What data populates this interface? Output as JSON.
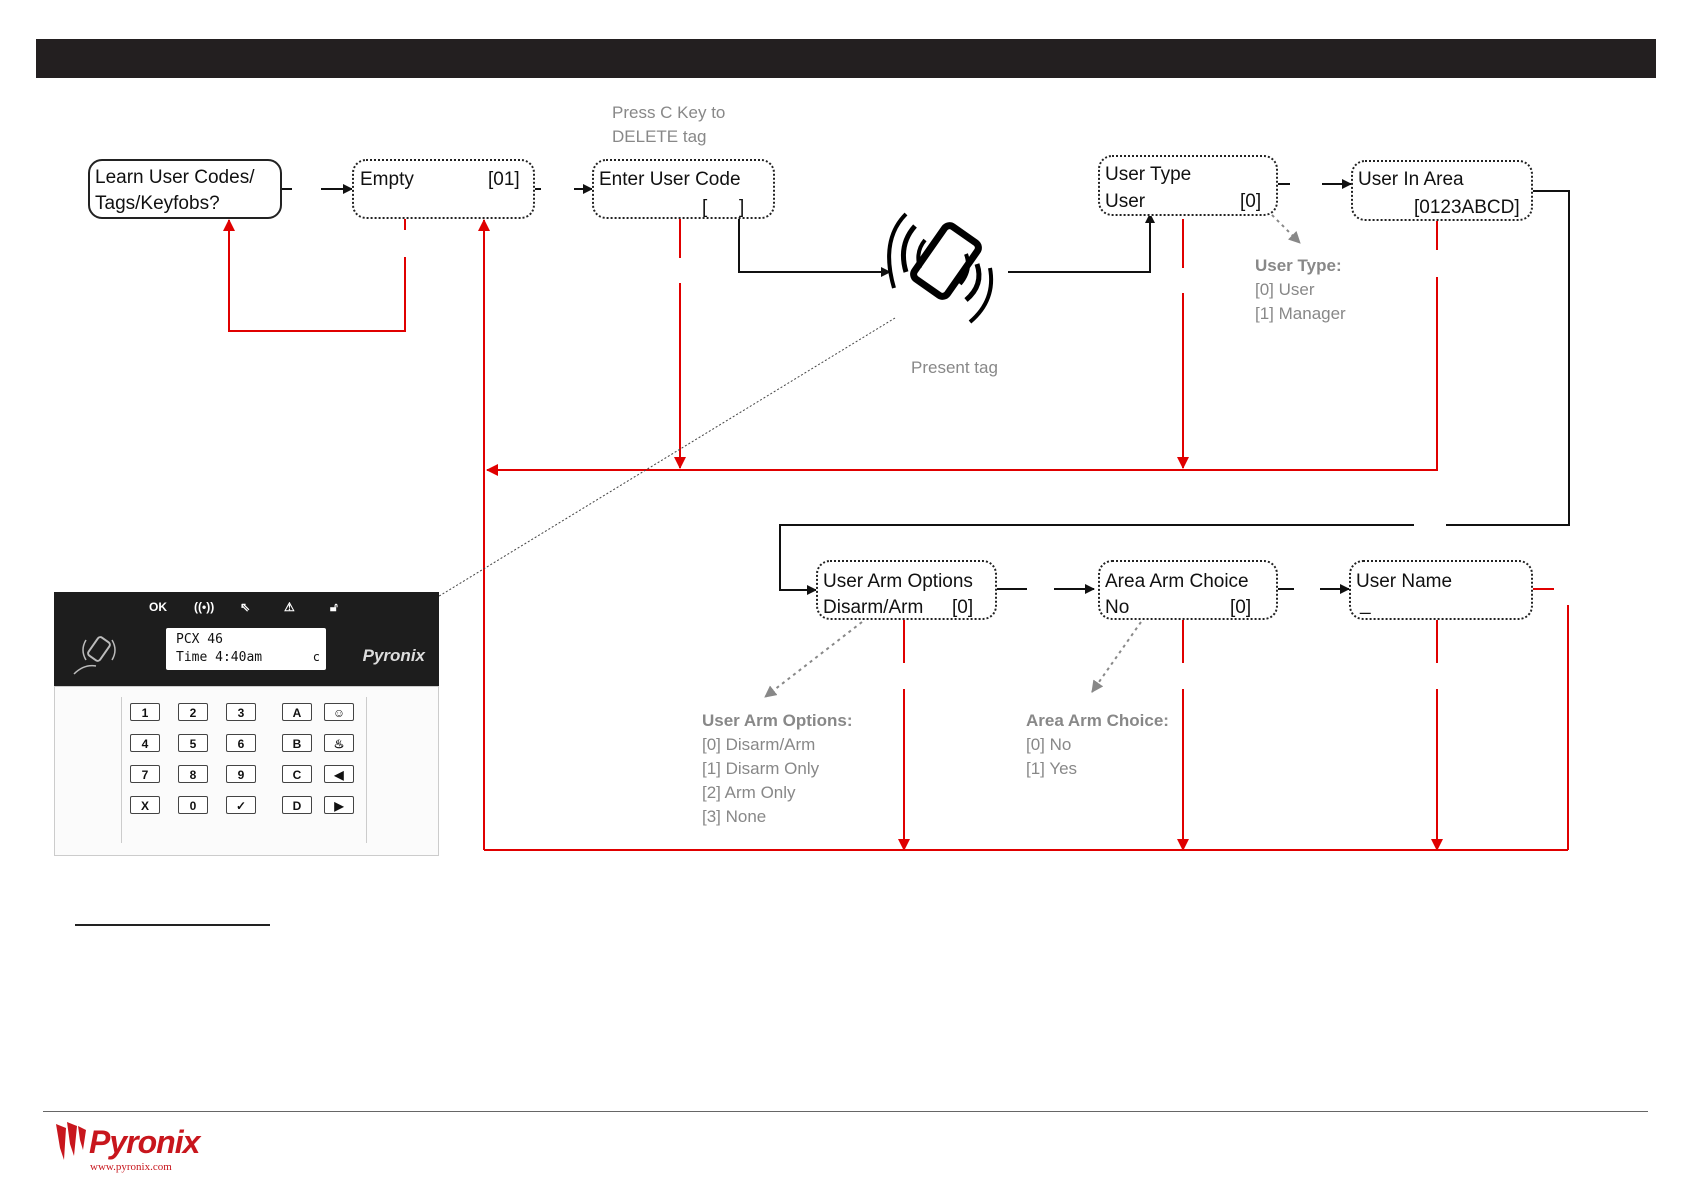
{
  "colors": {
    "flow_line": "#222222",
    "return_line": "#e00000",
    "hint_text": "#888888",
    "brand": "#c8161d"
  },
  "boxes": {
    "learn": {
      "line1": "Learn User Codes/",
      "line2": "Tags/Keyfobs?"
    },
    "empty": {
      "label": "Empty",
      "value": "[01]"
    },
    "enter_code": {
      "label": "Enter User Code",
      "value": "[      ]"
    },
    "user_type": {
      "label": "User Type",
      "sub": "User",
      "value": "[0]"
    },
    "user_in_area": {
      "label": "User In Area",
      "value": "[0123ABCD]"
    },
    "user_arm_options": {
      "label": "User Arm Options",
      "sub": "Disarm/Arm",
      "value": "[0]"
    },
    "area_arm_choice": {
      "label": "Area Arm Choice",
      "sub": "No",
      "value": "[0]"
    },
    "user_name": {
      "label": "User Name",
      "cursor": "_"
    }
  },
  "notes": {
    "press_c_line1": "Press C Key to",
    "press_c_line2": "DELETE tag",
    "present_tag": "Present tag",
    "user_type_title": "User Type:",
    "user_type_options": [
      "[0] User",
      "[1] Manager"
    ],
    "arm_options_title": "User Arm Options:",
    "arm_options": [
      "[0] Disarm/Arm",
      "[1] Disarm Only",
      "[2] Arm Only",
      "[3] None"
    ],
    "area_arm_title": "Area Arm Choice:",
    "area_arm_options": [
      "[0] No",
      "[1] Yes"
    ]
  },
  "keypad": {
    "indicators": [
      "OK",
      "bell-icon",
      "tamper-icon",
      "warning-icon",
      "unlock-icon"
    ],
    "indicator_ok": "OK",
    "screen_line1": "PCX 46",
    "screen_line2": "Time 4:40am",
    "screen_char": "c",
    "brand": "Pyronix",
    "keys": [
      "1",
      "2",
      "3",
      "A",
      "police-icon",
      "4",
      "5",
      "6",
      "B",
      "fire-icon",
      "7",
      "8",
      "9",
      "C",
      "left-arrow-icon",
      "X",
      "0",
      "✓",
      "D",
      "right-arrow-icon"
    ]
  },
  "footer": {
    "logo": "Pyronix",
    "url": "www.pyronix.com"
  }
}
